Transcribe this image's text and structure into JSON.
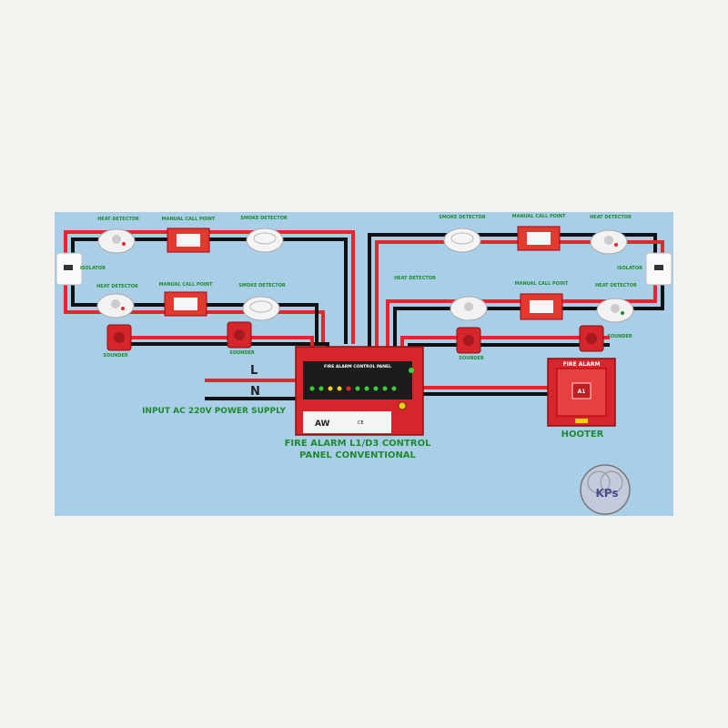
{
  "devices": {
    "left_top": {
      "heat": "HEAT DETECTOR",
      "mcp": "MANUAL CALL POINT",
      "smoke": "SMOKE DETECTOR"
    },
    "left_bottom": {
      "heat": "HEAT DETECTOR",
      "mcp": "MANUAL CALL POINT",
      "smoke": "SMOKE DETECTOR"
    },
    "right_top": {
      "smoke": "SMOKE DETECTOR",
      "mcp": "MANUAL CALL POINT",
      "heat": "HEAT DETECTOR"
    },
    "right_bottom": {
      "heat_left": "HEAT DETECTOR",
      "mcp": "MANUAL CALL POINT",
      "heat": "HEAT DETECTOR"
    },
    "isolator": "ISOLATOR",
    "sounder": "SOUNDER"
  },
  "power": {
    "line": "L",
    "neutral": "N",
    "label": "INPUT AC 220V POWER SUPPLY"
  },
  "panel": {
    "header": "FIRE ALARM CONTROL PANEL",
    "brand": "AW",
    "ce": "CE",
    "caption_line1": "FIRE ALARM L1/D3 CONTROL",
    "caption_line2": "PANEL CONVENTIONAL"
  },
  "hooter": {
    "header": "FIRE ALARM",
    "badge": "A1",
    "caption": "HOOTER"
  },
  "watermark": "KPs",
  "colors": {
    "background": "#a9cfe8",
    "wire_red": "#e8252b",
    "wire_black": "#111111",
    "label_green": "#1e8a2e",
    "panel_red": "#d7262b"
  }
}
